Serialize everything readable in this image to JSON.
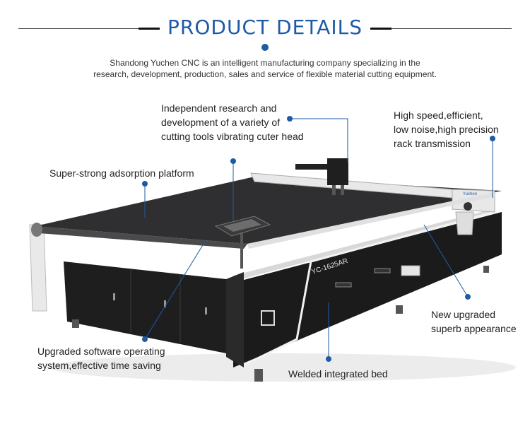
{
  "header": {
    "title": "PRODUCT DETAILS",
    "intro_line1": "Shandong Yuchen CNC is an intelligent manufacturing company specializing in the",
    "intro_line2": "research, development, production, sales and service of flexible material cutting equipment."
  },
  "callouts": {
    "cutting_tools": [
      "Independent research and",
      "development of a variety of",
      "cutting tools vibrating cuter head"
    ],
    "high_speed": [
      "High speed,efficient,",
      "low noise,high precision",
      "rack transmission"
    ],
    "platform": "Super-strong adsorption platform",
    "appearance": [
      "New upgraded",
      "superb appearance"
    ],
    "software": [
      "Upgraded software operating",
      "system,effective time saving"
    ],
    "bed": "Welded integrated bed"
  },
  "machine": {
    "model_label": "YC-1625AR",
    "brand_label": "Yuchen"
  },
  "colors": {
    "accent": "#1f5aa6",
    "machine_body": "#1b1b1b",
    "belt": "#2f2f31"
  }
}
